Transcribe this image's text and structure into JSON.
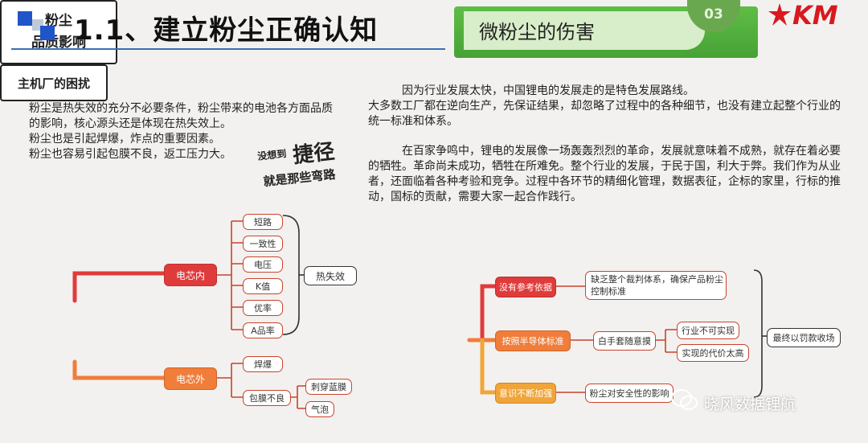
{
  "header": {
    "title": "1.1、建立粉尘正确认知",
    "banner_label": "微粉尘的伤害",
    "page_number": "03",
    "logo_text": "KM"
  },
  "left_text": [
    "粉尘是热失效的充分不必要条件，粉尘带来的电池各方面品质的影响，核心源头还是体现在热失效上。",
    "粉尘也是引起焊爆，炸点的重要因素。",
    "粉尘也容易引起包膜不良，返工压力大。"
  ],
  "right_text": {
    "para1": [
      "因为行业发展太快，中国锂电的发展走的是特色发展路线。",
      "大多数工厂都在逆向生产，先保证结果，却忽略了过程中的各种细节，也没有建立起整个行业的统一标准和体系。"
    ],
    "para2": "在百家争鸣中，锂电的发展像一场轰轰烈烈的革命，发展就意味着不成熟，就存在着必要的牺牲。革命尚未成功，牺牲在所难免。整个行业的发展，于民于国，利大于弊。我们作为从业者，还面临着各种考验和竞争。过程中各环节的精细化管理，数据表征，企标的家里，行标的推动，国标的贡献，需要大家一起合作践行。"
  },
  "stamp": {
    "line1": "没想到",
    "line2": "捷径",
    "line3": "就是那些弯路"
  },
  "mindmap_left": {
    "root": [
      "粉尘",
      "品质影响"
    ],
    "branch_inside": "电芯内",
    "branch_outside": "电芯外",
    "inside_items": [
      "短路",
      "一致性",
      "电压",
      "K值",
      "优率",
      "A品率"
    ],
    "inside_result": "热失效",
    "outside_items": [
      "焊爆",
      "包膜不良"
    ],
    "film_items": [
      "刺穿蓝膜",
      "气泡"
    ]
  },
  "mindmap_right": {
    "root": "主机厂的困扰",
    "branches": [
      "没有参考依据",
      "按照半导体标准",
      "意识不断加强"
    ],
    "leaf1": [
      "缺乏整个裁判体系，确保产品粉尘",
      "控制标准"
    ],
    "leaf2": "白手套随意摸",
    "leaf2_items": [
      "行业不可实现",
      "实现的代价太高"
    ],
    "leaf3": "粉尘对安全性的影响",
    "result": "最终以罚款收场"
  },
  "watermark": "晓风数据锂航"
}
